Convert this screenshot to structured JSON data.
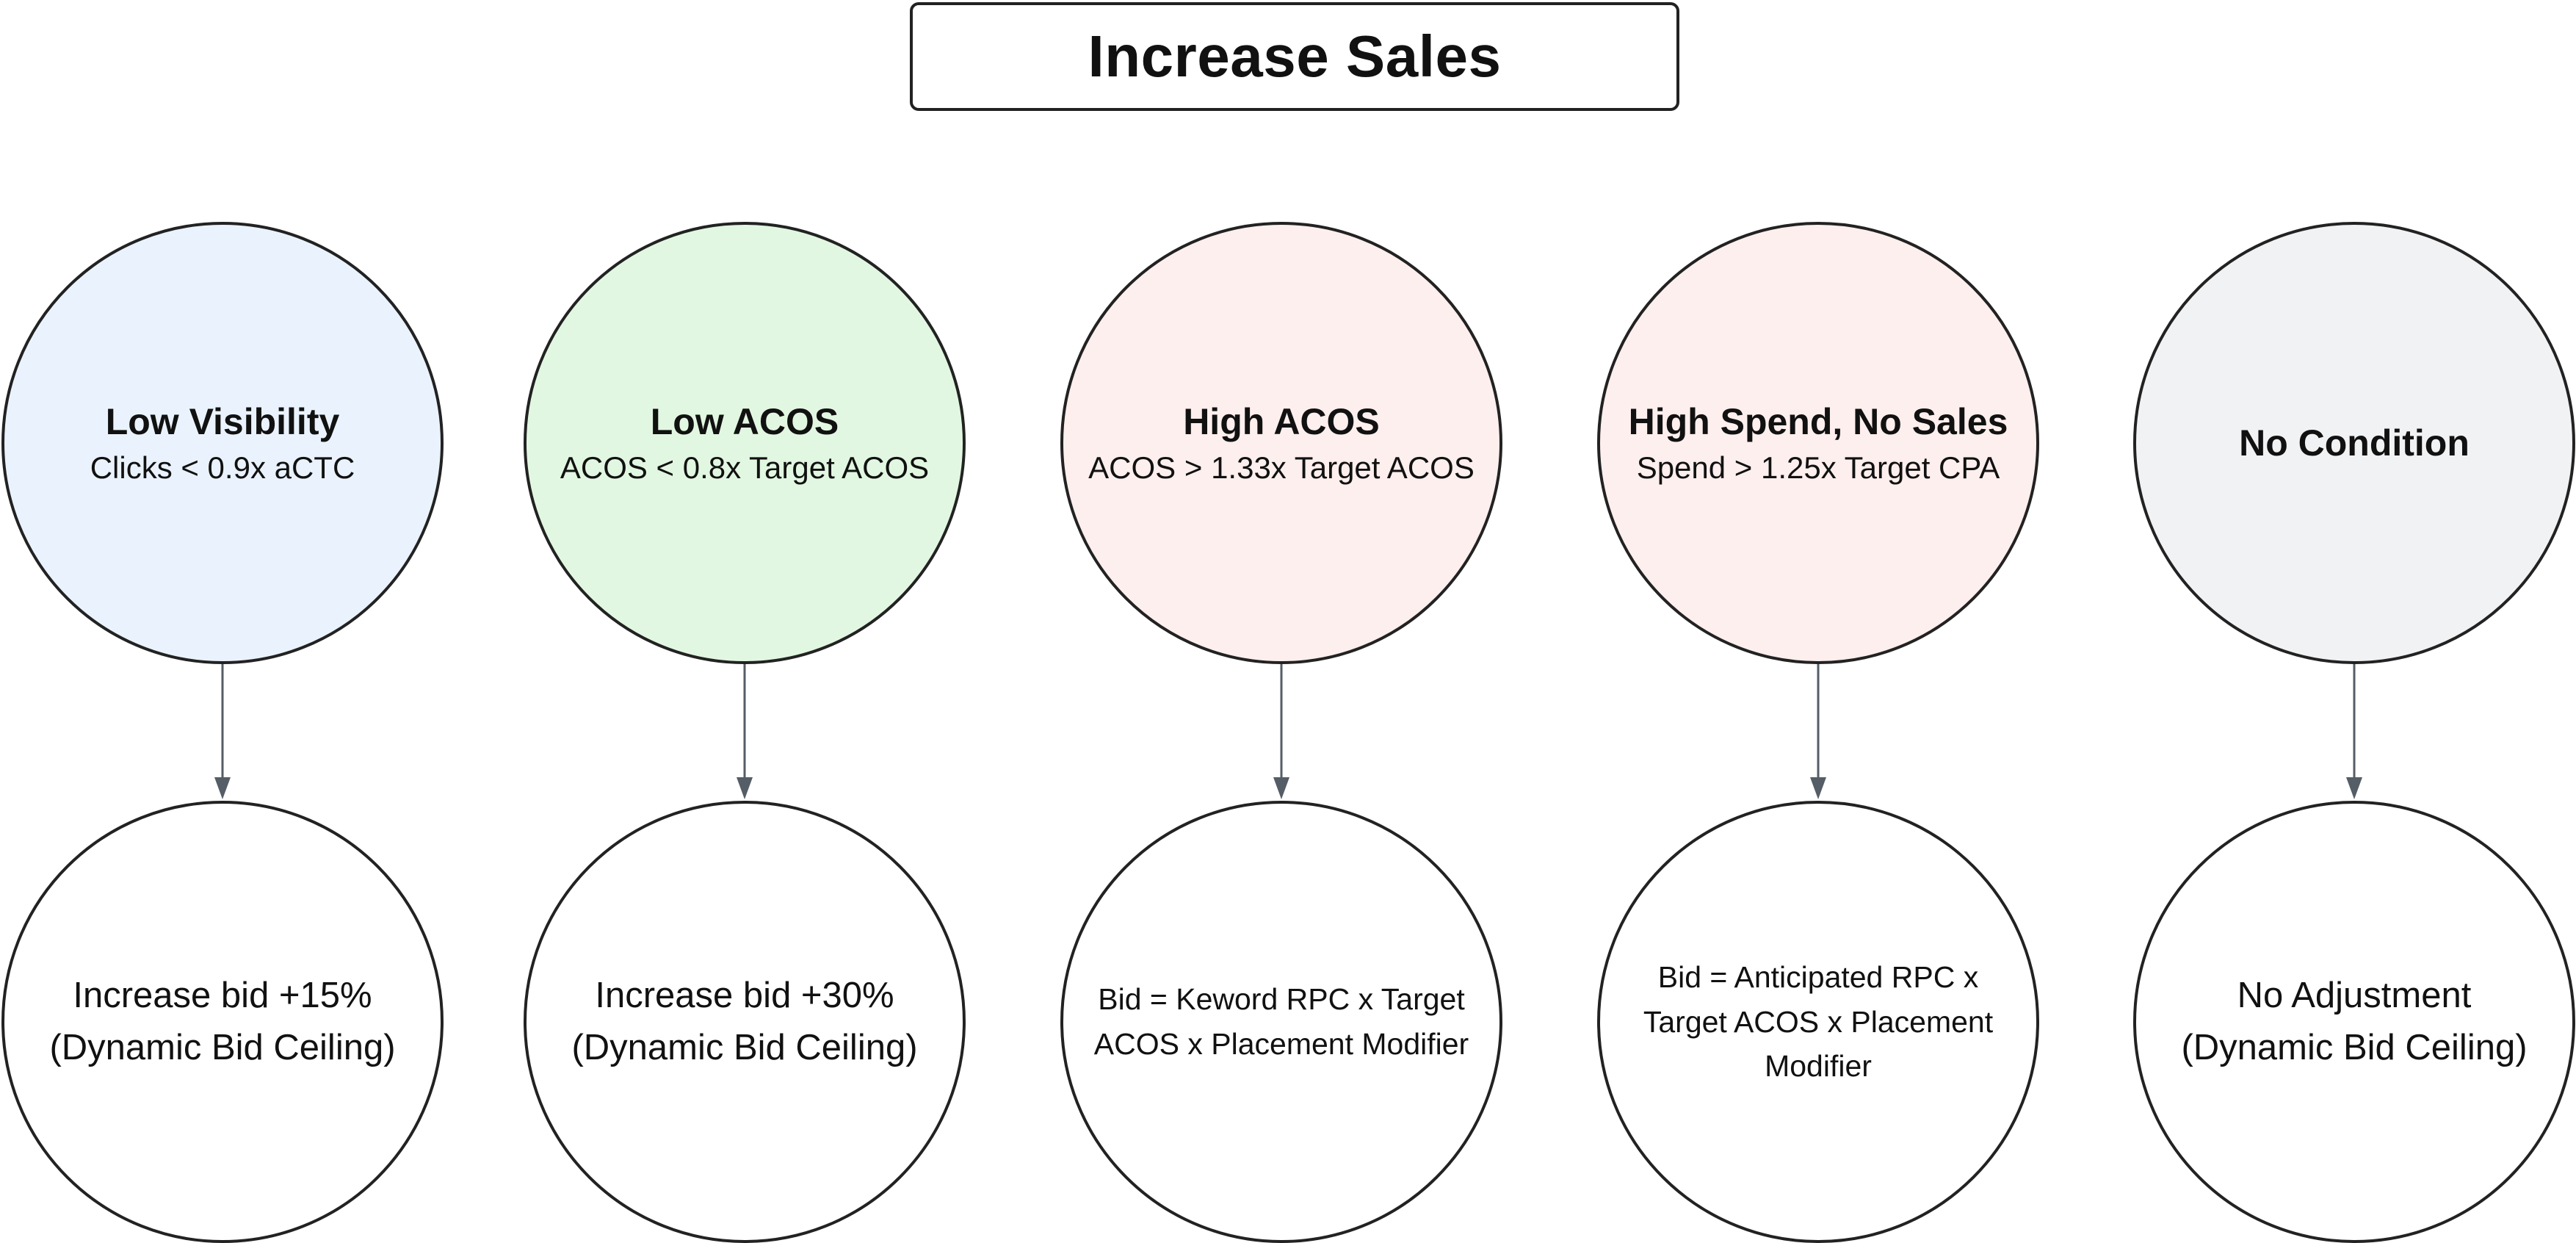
{
  "diagram": {
    "title": "Increase Sales",
    "conditions": [
      {
        "title": "Low Visibility",
        "subtitle": "Clicks < 0.9x aCTC",
        "fill_color": "#eaf3fd"
      },
      {
        "title": "Low ACOS",
        "subtitle": "ACOS < 0.8x Target ACOS",
        "fill_color": "#e1f7e1"
      },
      {
        "title": "High ACOS",
        "subtitle": "ACOS > 1.33x Target ACOS",
        "fill_color": "#fdefee"
      },
      {
        "title": "High Spend, No Sales",
        "subtitle": "Spend > 1.25x Target CPA",
        "fill_color": "#fdefee"
      },
      {
        "title": "No Condition",
        "subtitle": "",
        "fill_color": "#f1f2f4"
      }
    ],
    "actions": [
      {
        "line1": "Increase bid +15%",
        "line2": "(Dynamic Bid Ceiling)"
      },
      {
        "line1": "Increase bid +30%",
        "line2": "(Dynamic Bid Ceiling)"
      },
      {
        "text": "Bid = Keword RPC x Target ACOS x Placement Modifier"
      },
      {
        "text": "Bid = Anticipated RPC x Target ACOS x Placement Modifier"
      },
      {
        "line1": "No Adjustment",
        "line2": "(Dynamic Bid Ceiling)"
      }
    ],
    "colors": {
      "outline": "#222222",
      "connector": "#555d66"
    }
  }
}
